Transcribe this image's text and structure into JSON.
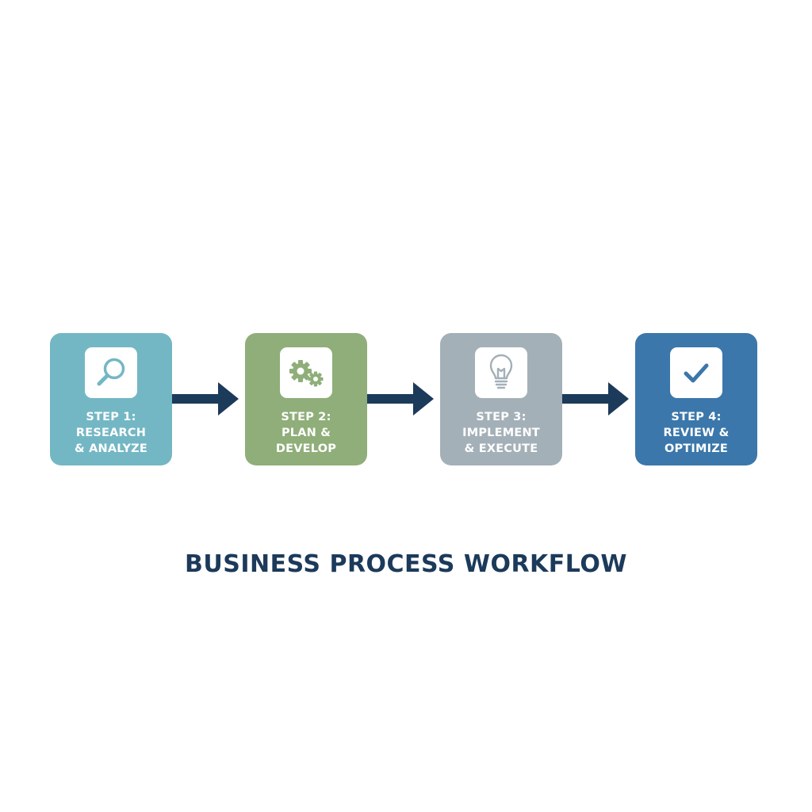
{
  "title": "BUSINESS PROCESS WORKFLOW",
  "colors": {
    "step1": "#74b7c4",
    "step2": "#8fae79",
    "step3": "#a4b0b8",
    "step4": "#3b77aa",
    "arrow": "#1c3a5a",
    "title": "#1c3a5a"
  },
  "steps": [
    {
      "icon": "magnifying-glass-icon",
      "lines": [
        "STEP 1:",
        "RESEARCH",
        "& ANALYZE"
      ]
    },
    {
      "icon": "gears-icon",
      "lines": [
        "STEP 2:",
        "PLAN &",
        "DEVELOP"
      ]
    },
    {
      "icon": "lightbulb-icon",
      "lines": [
        "STEP 3:",
        "IMPLEMENT",
        "& EXECUTE"
      ]
    },
    {
      "icon": "checkmark-icon",
      "lines": [
        "STEP 4:",
        "REVIEW &",
        "OPTIMIZE"
      ]
    }
  ]
}
